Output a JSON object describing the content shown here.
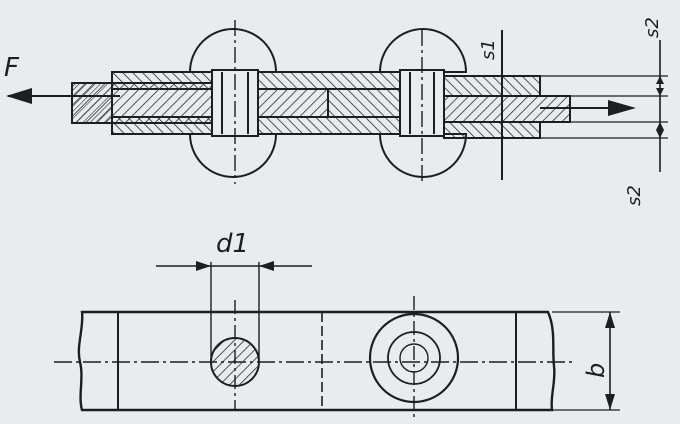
{
  "labels": {
    "force": "F",
    "s1": "s1",
    "s2_top": "s2",
    "s2_bottom": "s2",
    "d1": "d1",
    "b": "b"
  },
  "colors": {
    "ink": "#1b1f24",
    "paper": "#e9ecee",
    "hatch": "#2a2f35"
  }
}
